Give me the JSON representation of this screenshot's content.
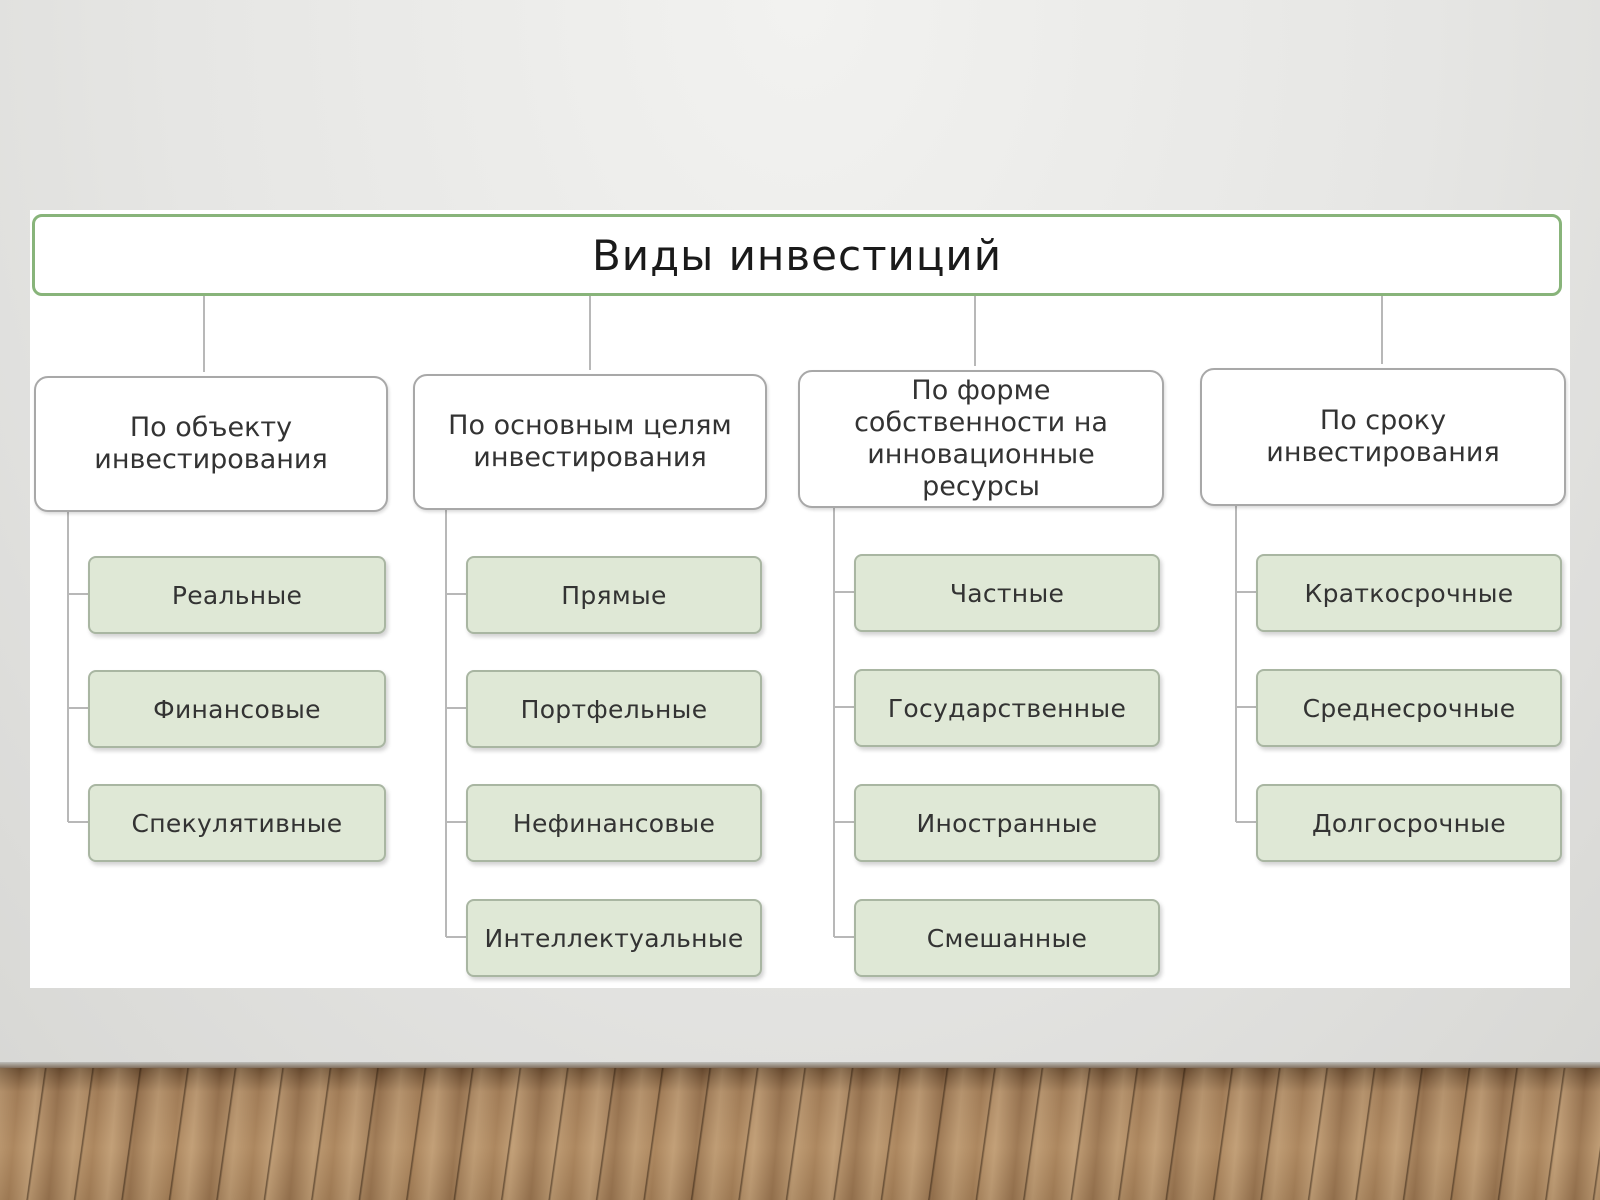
{
  "title": "Виды инвестиций",
  "categories": [
    {
      "heading": "По объекту инвестирования",
      "items": [
        "Реальные",
        "Финансовые",
        "Спекулятивные"
      ]
    },
    {
      "heading": "По основным целям инвестирования",
      "items": [
        "Прямые",
        "Портфельные",
        "Нефинансовые",
        "Интеллектуальные"
      ]
    },
    {
      "heading": "По форме собственности на инновационные ресурсы",
      "items": [
        "Частные",
        "Государственные",
        "Иностранные",
        "Смешанные"
      ]
    },
    {
      "heading": "По сроку инвестирования",
      "items": [
        "Краткосрочные",
        "Среднесрочные",
        "Долгосрочные"
      ]
    }
  ],
  "colors": {
    "title_border": "#88b47a",
    "leaf_fill": "#dfe8d6",
    "connector": "#b8b8b8"
  }
}
